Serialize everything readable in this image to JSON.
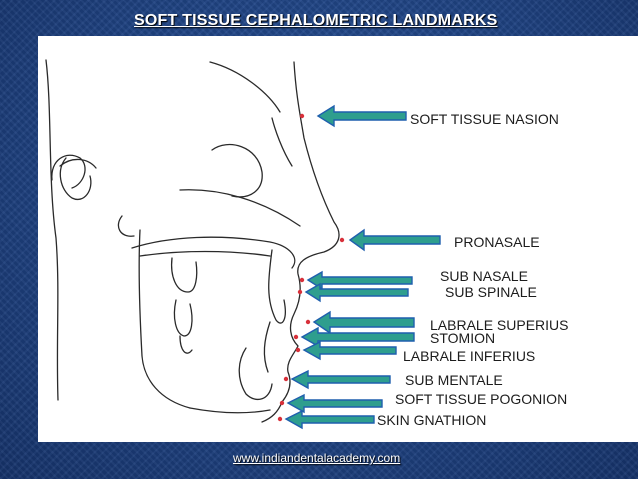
{
  "title": "SOFT TISSUE CEPHALOMETRIC  LANDMARKS",
  "labels": {
    "nasion": "SOFT TISSUE NASION",
    "pronasale": "PRONASALE",
    "sub_nasale": "SUB NASALE",
    "sub_spinale": "SUB SPINALE",
    "labrale_superius": "LABRALE SUPERIUS",
    "stomion": "STOMION",
    "labrale_inferius": "LABRALE INFERIUS",
    "sub_mentale": "SUB MENTALE",
    "pogonion": "SOFT TISSUE POGONION",
    "gnathion": "SKIN GNATHION"
  },
  "footer": "www.indiandentalacademy.com",
  "colors": {
    "background": "#1f4383",
    "arrow_fill": "#2e9e8e",
    "arrow_stroke": "#1f5fae",
    "point": "#d8303a"
  }
}
